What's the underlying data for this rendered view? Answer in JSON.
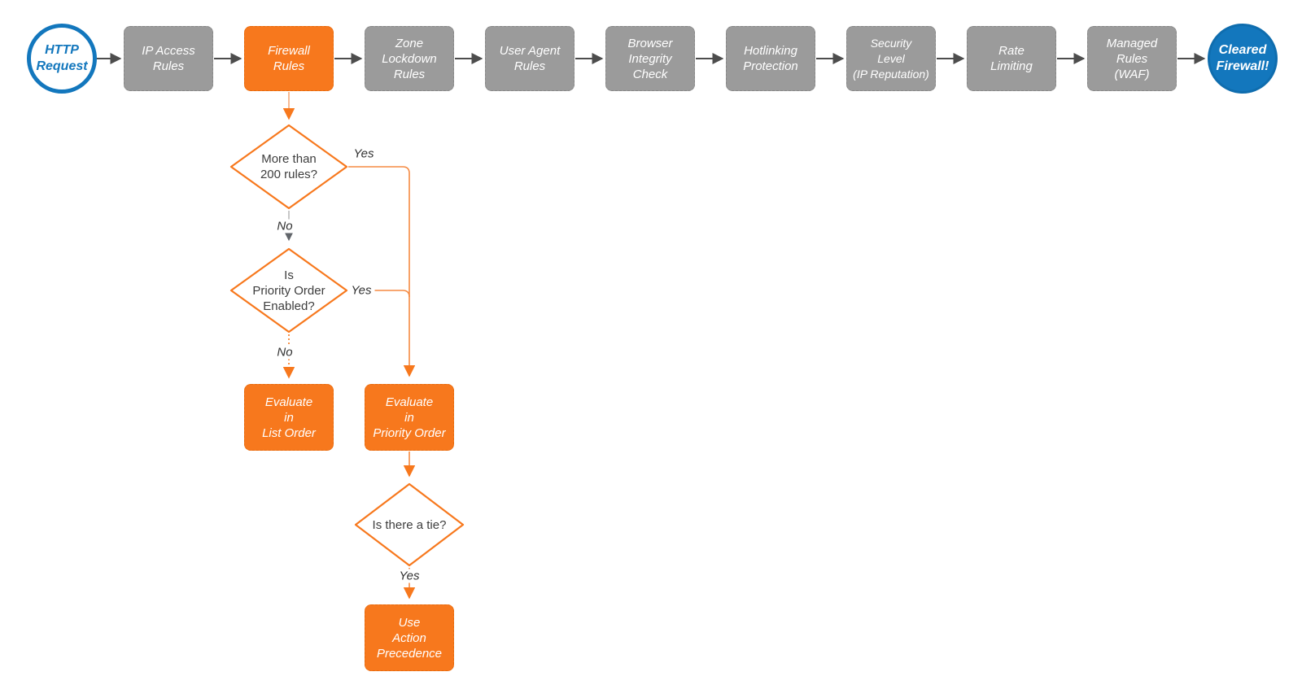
{
  "title": "Firewall request evaluation flowchart",
  "colors": {
    "accent_orange": "#F7781D",
    "stage_gray": "#9B9B9B",
    "brand_blue": "#1377BD",
    "connector_dark": "#4D4D4D",
    "decision_text": "#3D3D3D"
  },
  "pipeline": {
    "start": {
      "lines": [
        "HTTP",
        "Request"
      ]
    },
    "stages": [
      {
        "lines": [
          "IP Access",
          "Rules",
          ""
        ]
      },
      {
        "lines": [
          "Firewall",
          "Rules",
          ""
        ]
      },
      {
        "lines": [
          "Zone",
          "Lockdown",
          "Rules"
        ]
      },
      {
        "lines": [
          "User Agent",
          "Rules",
          ""
        ]
      },
      {
        "lines": [
          "Browser",
          "Integrity",
          "Check"
        ]
      },
      {
        "lines": [
          "Hotlinking",
          "Protection",
          ""
        ]
      },
      {
        "lines": [
          "Security",
          "Level",
          "(IP Reputation)"
        ]
      },
      {
        "lines": [
          "Rate",
          "Limiting",
          ""
        ]
      },
      {
        "lines": [
          "Managed",
          "Rules",
          "(WAF)"
        ]
      }
    ],
    "end": {
      "lines": [
        "Cleared",
        "Firewall!"
      ]
    }
  },
  "flow": {
    "decisions": [
      {
        "lines": [
          "More than",
          "200 rules?"
        ]
      },
      {
        "lines": [
          "Is",
          "Priority Order",
          "Enabled?"
        ]
      },
      {
        "lines": [
          "Is there a tie?"
        ]
      }
    ],
    "actions": [
      {
        "lines": [
          "Evaluate",
          "in",
          "List Order"
        ]
      },
      {
        "lines": [
          "Evaluate",
          "in",
          "Priority Order"
        ]
      },
      {
        "lines": [
          "Use",
          "Action",
          "Precedence"
        ]
      }
    ],
    "edge_labels": {
      "yes1": "Yes",
      "no1": "No",
      "yes2": "Yes",
      "no2": "No",
      "yes3": "Yes"
    }
  }
}
